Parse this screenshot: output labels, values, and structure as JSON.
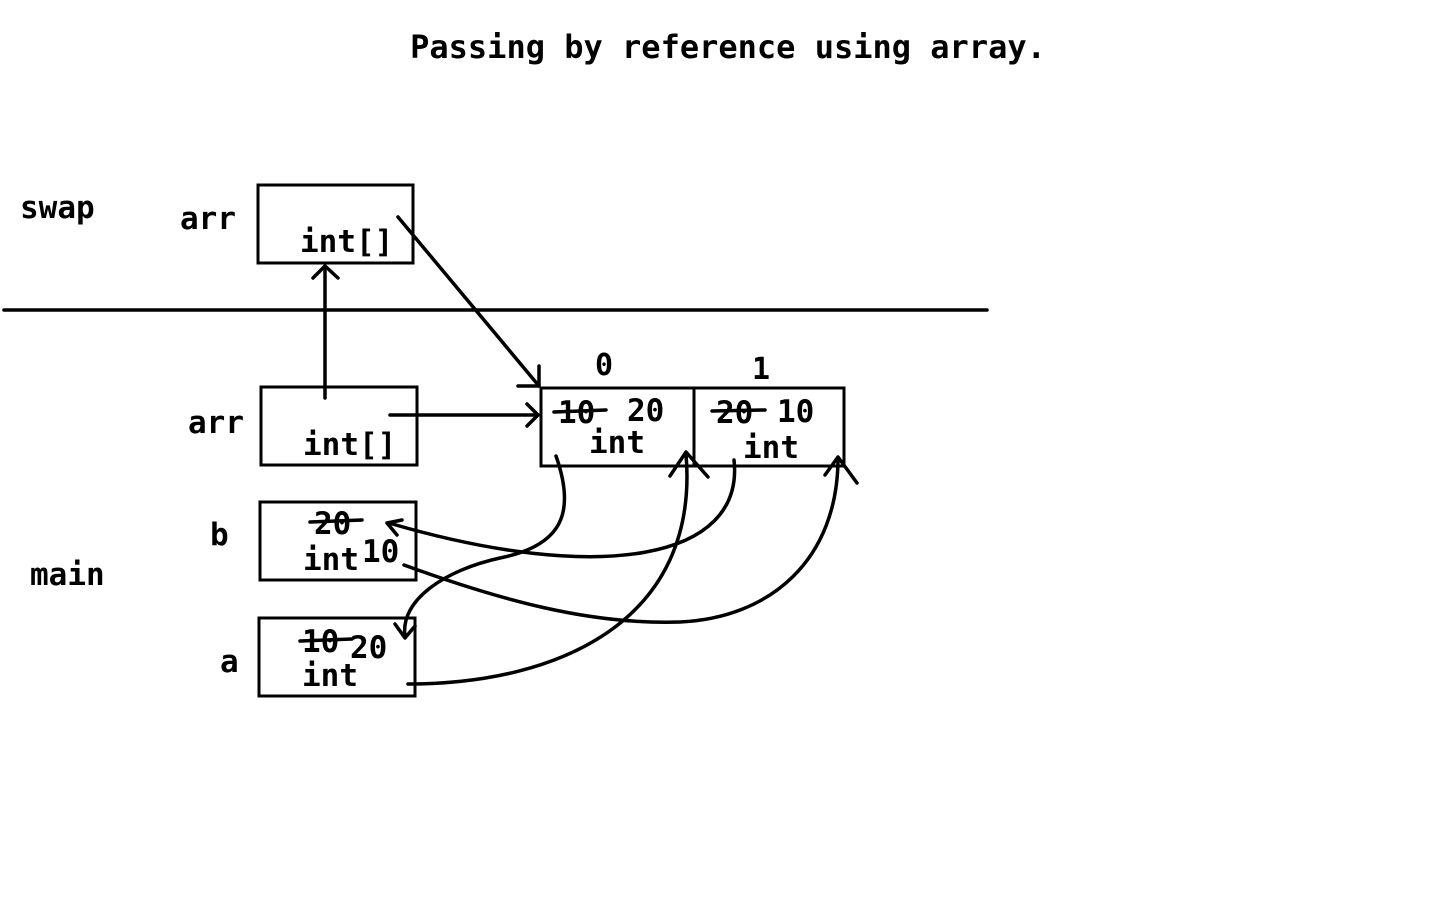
{
  "title": "Passing by reference using array.",
  "frames": {
    "swap": "swap",
    "main": "main"
  },
  "swap_vars": {
    "arr": {
      "name": "arr",
      "type": "int[]"
    }
  },
  "main_vars": {
    "arr": {
      "name": "arr",
      "type": "int[]"
    },
    "b": {
      "name": "b",
      "type": "int",
      "old_value": "20",
      "new_value": "10"
    },
    "a": {
      "name": "a",
      "type": "int",
      "old_value": "10",
      "new_value": "20"
    }
  },
  "array": {
    "cells": [
      {
        "index": "0",
        "type": "int",
        "old_value": "10",
        "new_value": "20"
      },
      {
        "index": "1",
        "type": "int",
        "old_value": "20",
        "new_value": "10"
      }
    ]
  },
  "colors": {
    "ink": "#000000",
    "background": "#ffffff"
  }
}
